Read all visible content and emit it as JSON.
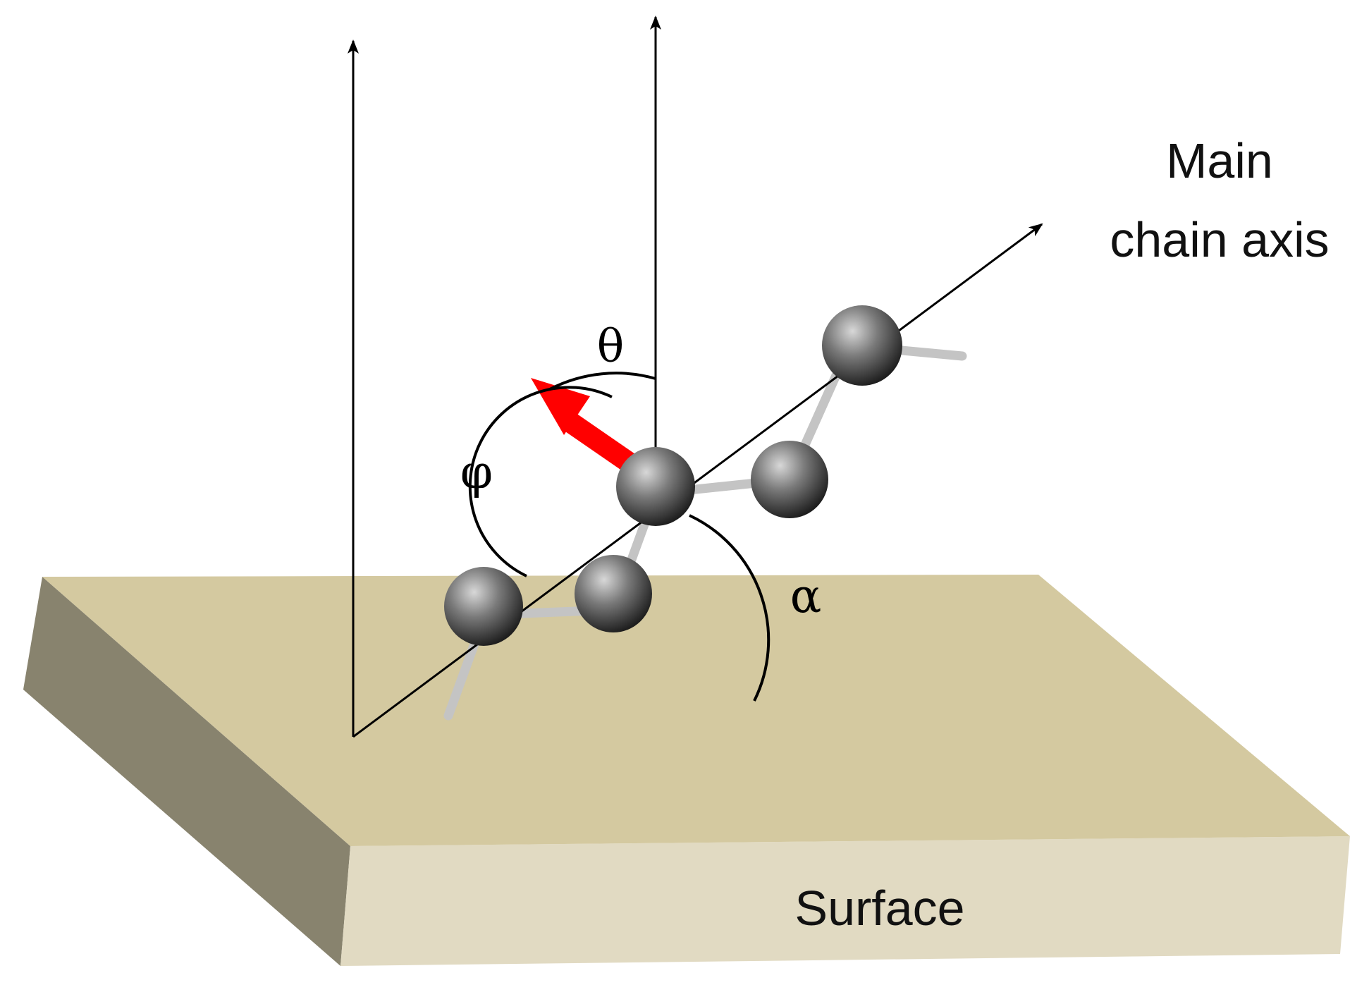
{
  "labels": {
    "main_chain_axis_line1": "Main",
    "main_chain_axis_line2": "chain axis",
    "theta": "θ",
    "phi": "φ",
    "alpha": "α",
    "surface": "Surface"
  },
  "colors": {
    "surface_top": "#d4c9a0",
    "surface_front": "#e1dac2",
    "surface_side": "#88836e",
    "transition_dipole": "#ff0000",
    "atom": "#6e6e6e",
    "bond": "#c8c8c8"
  },
  "icons": {
    "transition_dipole": "red-arrow-icon"
  }
}
